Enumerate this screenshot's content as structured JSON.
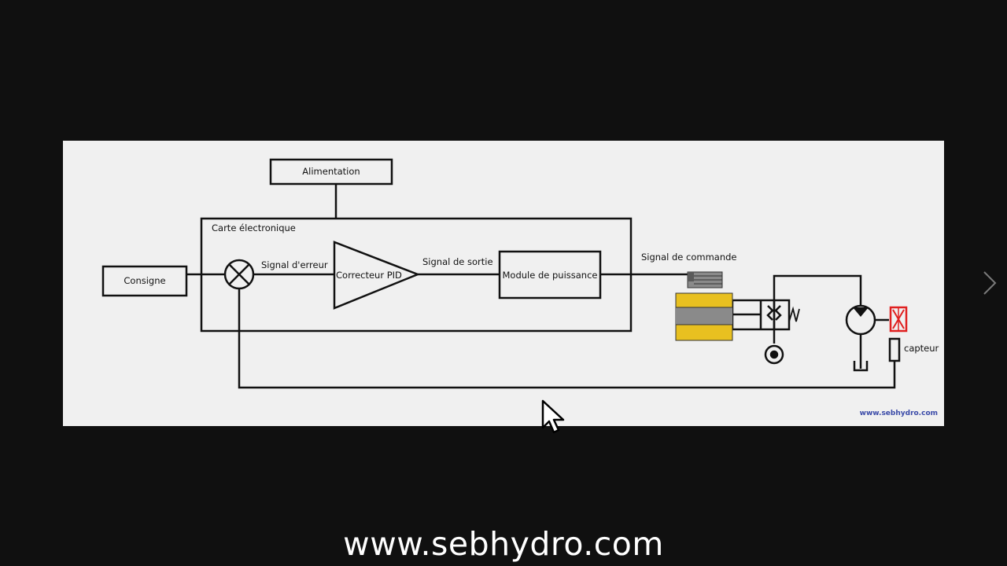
{
  "diagram": {
    "alimentation": "Alimentation",
    "carte": "Carte électronique",
    "consigne": "Consigne",
    "signal_erreur": "Signal d'erreur",
    "correcteur": "Correcteur PID",
    "signal_sortie": "Signal de sortie",
    "module": "Module de puissance",
    "signal_commande": "Signal de commande",
    "capteur": "capteur",
    "watermark": "www.sebhydro.com"
  },
  "footer": {
    "url": "www.sebhydro.com"
  },
  "colors": {
    "slide_bg": "#f0f0f0",
    "page_bg": "#101010",
    "valve_yellow": "#e8c020",
    "valve_grey": "#8a8a8a",
    "sensor_red": "#e02020"
  },
  "icons": {
    "next": "chevron-right-icon",
    "cursor": "mouse-pointer-icon"
  }
}
